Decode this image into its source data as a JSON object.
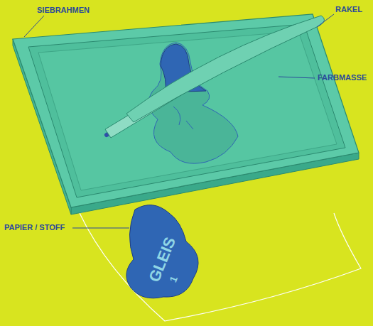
{
  "diagram": {
    "labels": [
      "SIEBRAHMEN",
      "RAKEL",
      "FARBMASSE",
      "PAPIER / STOFF",
      "GLEIS",
      "1"
    ]
  }
}
